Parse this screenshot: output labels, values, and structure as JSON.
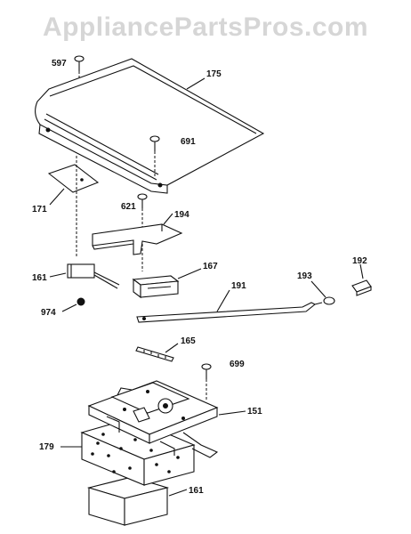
{
  "watermark": "AppliancePartsPros.com",
  "parts": {
    "p597": "597",
    "p175": "175",
    "p691": "691",
    "p171": "171",
    "p621": "621",
    "p194": "194",
    "p161a": "161",
    "p167": "167",
    "p191": "191",
    "p193": "193",
    "p192": "192",
    "p974": "974",
    "p165": "165",
    "p699": "699",
    "p151": "151",
    "p179": "179",
    "p161b": "161"
  }
}
